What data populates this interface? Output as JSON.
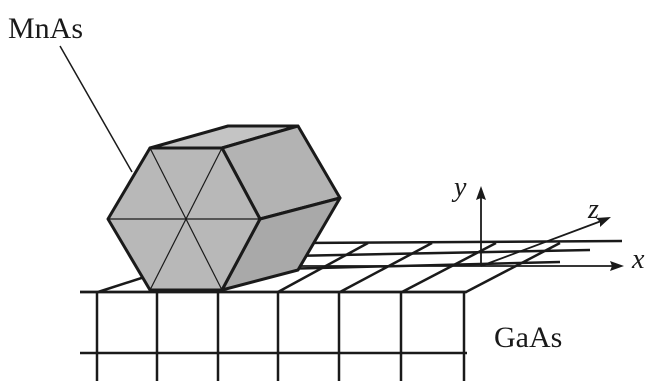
{
  "labels": {
    "crystal": "MnAs",
    "substrate": "GaAs",
    "axis_x": "x",
    "axis_y": "y",
    "axis_z": "z"
  },
  "colors": {
    "line": "#1a1a1a",
    "hex_front": "#b8b8b8",
    "hex_top": "#c4c4c4",
    "hex_side": "#a9a9a9",
    "background": "#ffffff"
  }
}
